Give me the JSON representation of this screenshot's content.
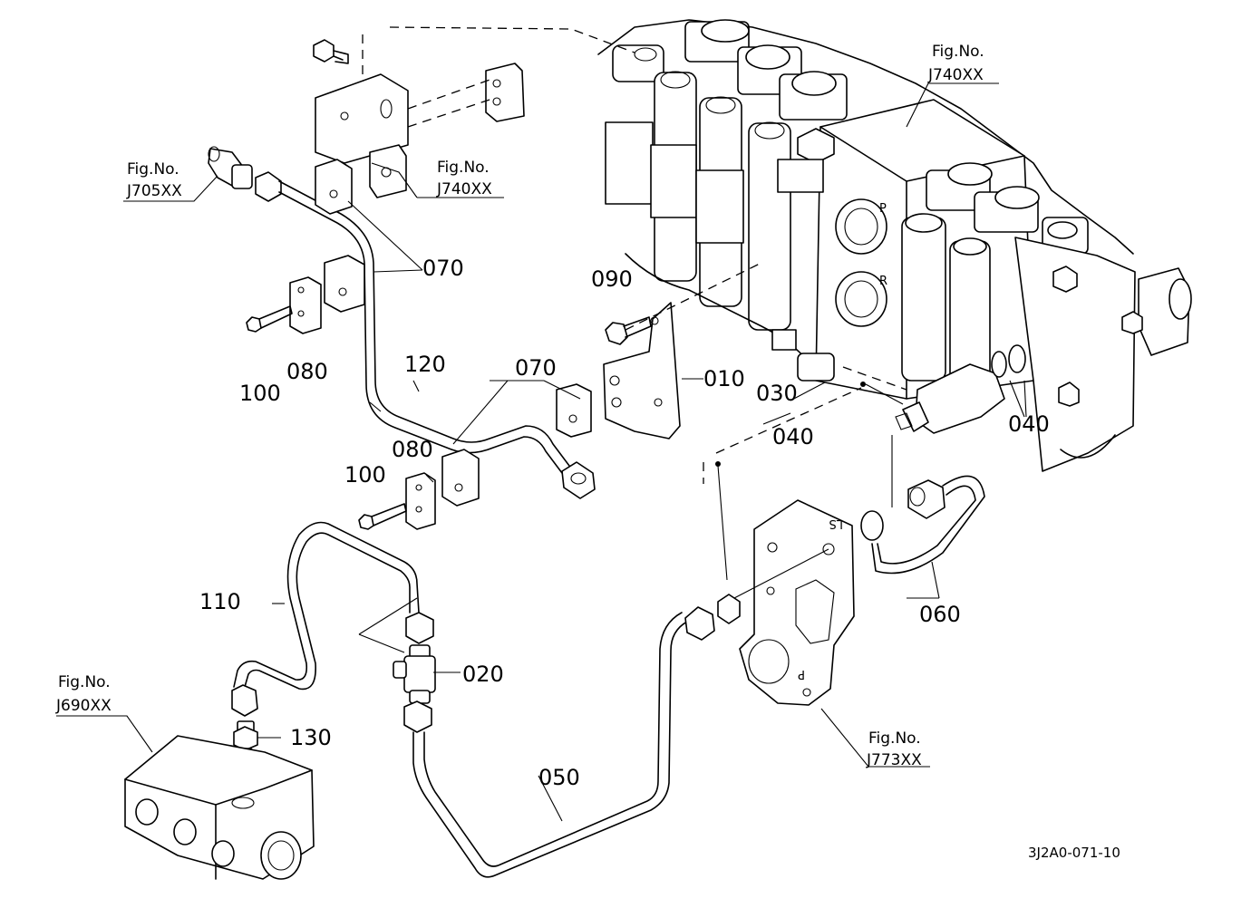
{
  "part_labels": {
    "p010": "010",
    "p020": "020",
    "p030": "030",
    "p040a": "040",
    "p040b": "040",
    "p050": "050",
    "p060": "060",
    "p070a": "070",
    "p070b": "070",
    "p080a": "080",
    "p080b": "080",
    "p090": "090",
    "p100a": "100",
    "p100b": "100",
    "p110": "110",
    "p120": "120",
    "p130": "130"
  },
  "figure_refs": {
    "j705": {
      "line1": "Fig.No.",
      "line2": "J705XX"
    },
    "j740_top": {
      "line1": "Fig.No.",
      "line2": "J740XX"
    },
    "j740_mid": {
      "line1": "Fig.No.",
      "line2": "J740XX"
    },
    "j690": {
      "line1": "Fig.No.",
      "line2": "J690XX"
    },
    "j773": {
      "line1": "Fig.No.",
      "line2": "J773XX"
    }
  },
  "marks": {
    "port_p": "P",
    "port_r": "R",
    "ls": "LS",
    "p_mark": "P"
  },
  "drawing_code": "3J2A0-071-10"
}
